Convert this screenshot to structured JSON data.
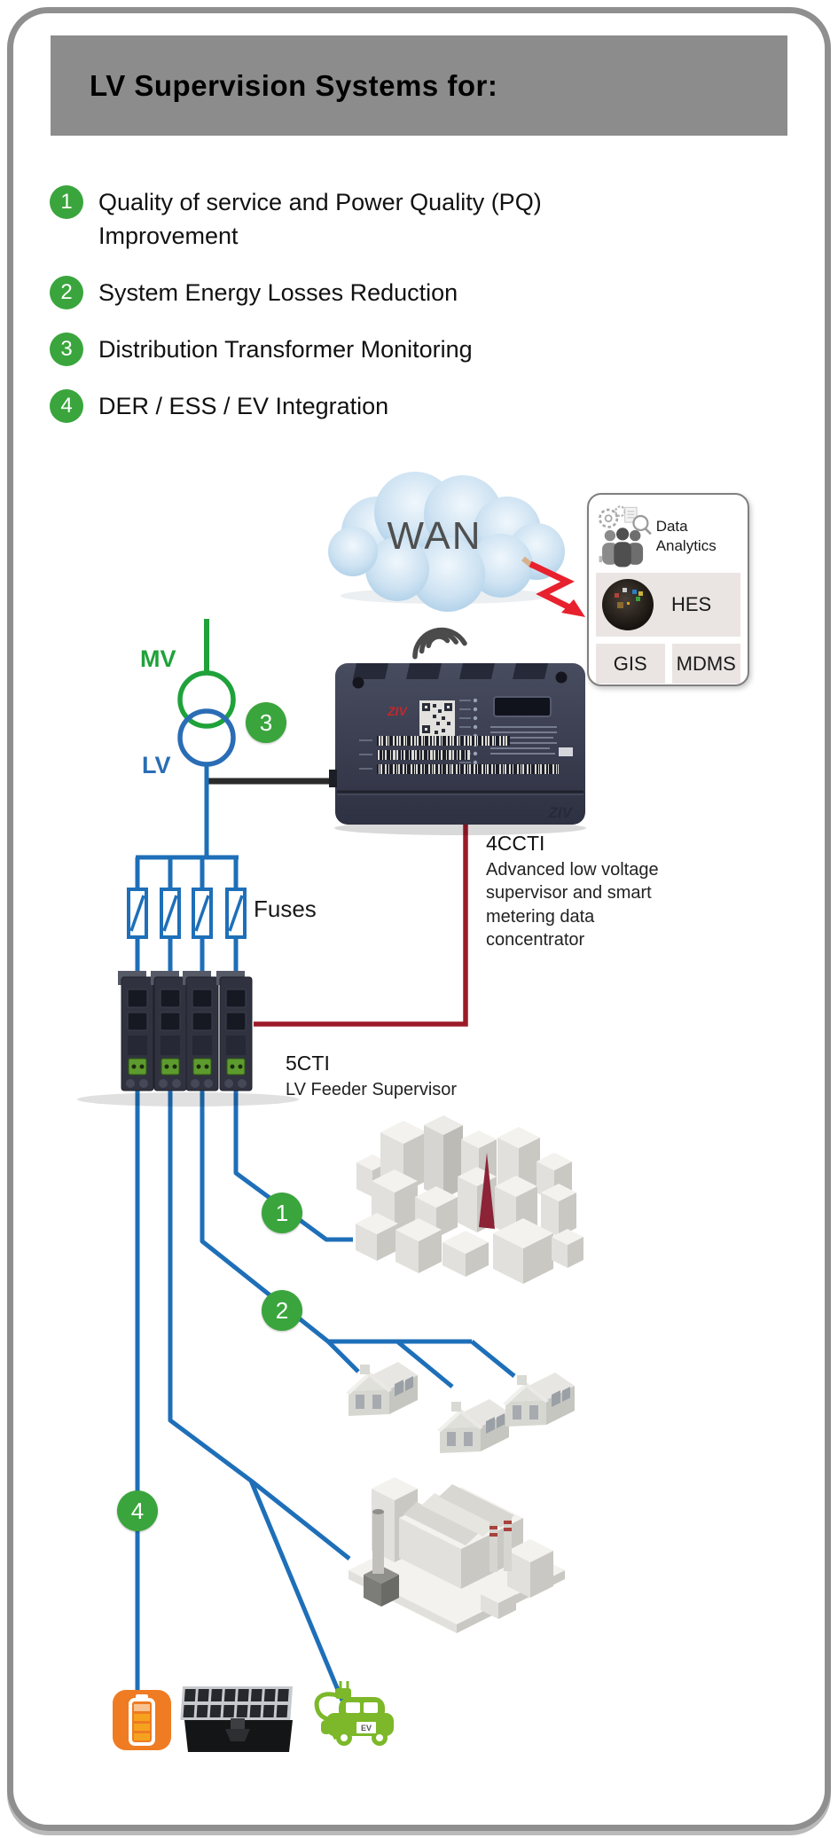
{
  "title": "LV Supervision Systems for:",
  "benefits": [
    {
      "number": "1",
      "text": "Quality of service and Power Quality (PQ) Improvement"
    },
    {
      "number": "2",
      "text": "System Energy Losses Reduction"
    },
    {
      "number": "3",
      "text": "Distribution Transformer Monitoring"
    },
    {
      "number": "4",
      "text": "DER / ESS / EV Integration"
    }
  ],
  "diagram": {
    "wan_label": "WAN",
    "mv_label": "MV",
    "lv_label": "LV",
    "fuses_label": "Fuses",
    "badges": {
      "b1": "1",
      "b2": "2",
      "b3": "3",
      "b4": "4"
    },
    "device_4ccti": {
      "name": "4CCTI",
      "description": "Advanced low voltage supervisor and smart metering data concentrator",
      "brand": "ZIV"
    },
    "device_5cti": {
      "name": "5CTI",
      "description": "LV Feeder Supervisor"
    },
    "ev_plate": "EV"
  },
  "data_analytics": {
    "title": "Data Analytics",
    "hes": "HES",
    "gis": "GIS",
    "mdms": "MDMS"
  },
  "colors": {
    "badge_green": "#3aa53c",
    "line_blue": "#1e6fb8",
    "mv_green": "#1fa23a",
    "lv_blue": "#2a6db5",
    "link_dark_red": "#9c1b28",
    "arrow_red": "#e8212e",
    "title_bar_gray": "#8c8c8c",
    "battery_orange": "#ef7b23",
    "ev_green": "#7cb829",
    "cloud_blue": "#b4d4ea"
  }
}
